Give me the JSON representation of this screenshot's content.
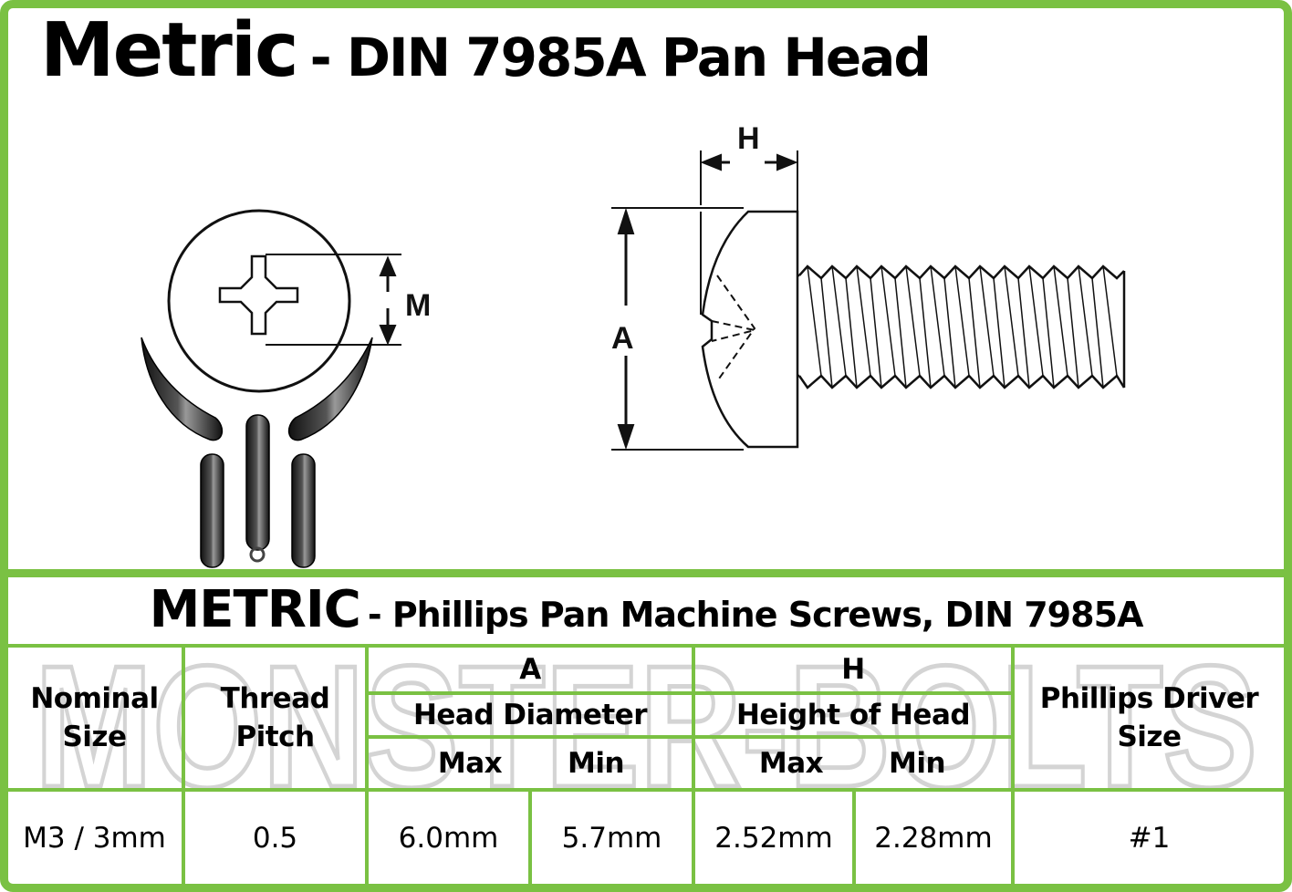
{
  "colors": {
    "accent_green": "#7ac143",
    "text": "#000000",
    "watermark": "#d4d4d4"
  },
  "header": {
    "title_main": "Metric",
    "title_rest": "- DIN 7985A Pan Head"
  },
  "diagram": {
    "top_view_label": "M",
    "side_view_height_label": "H",
    "side_view_diameter_label": "A",
    "logo_icon": "monster-bolts-claw-logo-icon"
  },
  "table_title": {
    "main": "METRIC",
    "rest": "- Phillips Pan Machine Screws, DIN 7985A"
  },
  "watermark": "MONSTER-BOLTS",
  "table": {
    "headers": {
      "nominal_size": "Nominal Size",
      "thread_pitch": "Thread Pitch",
      "a_letter": "A",
      "a_label": "Head Diameter",
      "a_max": "Max",
      "a_min": "Min",
      "h_letter": "H",
      "h_label": "Height of Head",
      "h_max": "Max",
      "h_min": "Min",
      "driver": "Phillips Driver Size"
    },
    "rows": [
      {
        "nominal_size": "M3 / 3mm",
        "thread_pitch": "0.5",
        "head_diameter_max": "6.0mm",
        "head_diameter_min": "5.7mm",
        "head_height_max": "2.52mm",
        "head_height_min": "2.28mm",
        "driver_size": "#1"
      }
    ]
  }
}
